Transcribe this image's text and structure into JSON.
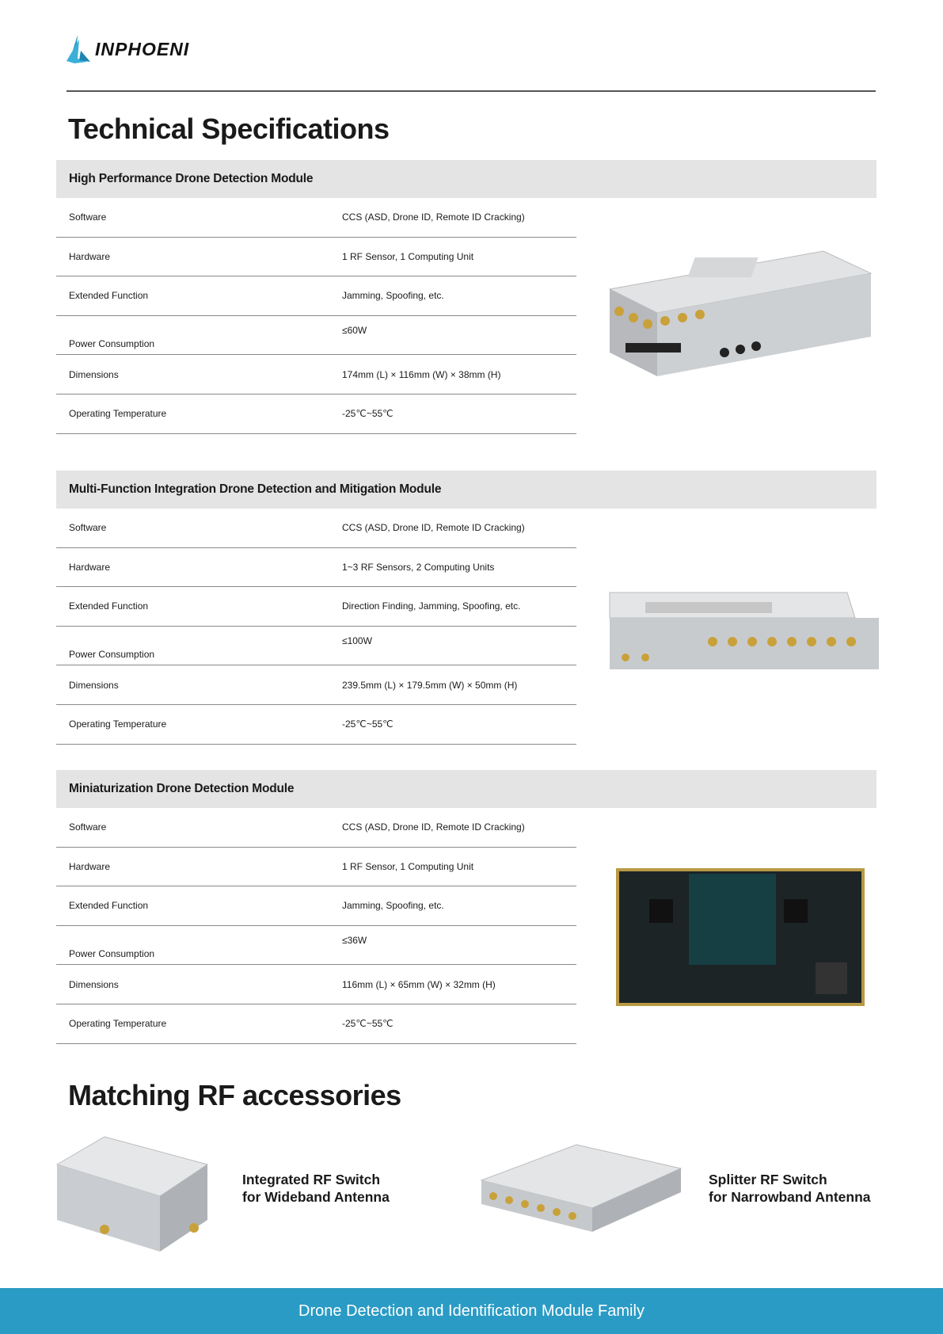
{
  "brand": "INPHOENI",
  "title": "Technical Specifications",
  "modules": [
    {
      "name": "High Performance Drone Detection Module",
      "specs": [
        {
          "label": "Software",
          "value": "CCS (ASD, Drone ID, Remote ID Cracking)"
        },
        {
          "label": "Hardware",
          "value": "1 RF Sensor, 1 Computing Unit"
        },
        {
          "label": "Extended Function",
          "value": "Jamming, Spoofing, etc."
        },
        {
          "label": "Power Consumption",
          "value": "≤60W"
        },
        {
          "label": "Dimensions",
          "value": "174mm (L) × 116mm (W) × 38mm (H)"
        },
        {
          "label": "Operating Temperature",
          "value": "-25℃~55℃"
        }
      ]
    },
    {
      "name": "Multi-Function Integration Drone Detection and Mitigation Module",
      "specs": [
        {
          "label": "Software",
          "value": "CCS (ASD, Drone ID, Remote ID Cracking)"
        },
        {
          "label": "Hardware",
          "value": "1~3 RF Sensors, 2 Computing Units"
        },
        {
          "label": "Extended Function",
          "value": "Direction Finding, Jamming, Spoofing, etc."
        },
        {
          "label": "Power Consumption",
          "value": "≤100W"
        },
        {
          "label": "Dimensions",
          "value": "239.5mm (L) × 179.5mm (W) × 50mm (H)"
        },
        {
          "label": "Operating Temperature",
          "value": "-25℃~55℃"
        }
      ]
    },
    {
      "name": "Miniaturization Drone Detection Module",
      "specs": [
        {
          "label": "Software",
          "value": "CCS (ASD, Drone ID, Remote ID Cracking)"
        },
        {
          "label": "Hardware",
          "value": "1 RF Sensor, 1 Computing Unit"
        },
        {
          "label": "Extended Function",
          "value": "Jamming, Spoofing, etc."
        },
        {
          "label": "Power Consumption",
          "value": "≤36W"
        },
        {
          "label": "Dimensions",
          "value": "116mm (L) × 65mm (W) × 32mm (H)"
        },
        {
          "label": "Operating Temperature",
          "value": "-25℃~55℃"
        }
      ]
    }
  ],
  "accessories_title": "Matching RF accessories",
  "accessories": [
    {
      "line1": "Integrated RF Switch",
      "line2": "for Wideband Antenna"
    },
    {
      "line1": "Splitter RF Switch",
      "line2": "for Narrowband Antenna"
    }
  ],
  "footer": "Drone Detection and Identification Module Family",
  "colors": {
    "footer": "#2a9bc4",
    "header_bar": "#e4e4e4",
    "logo": "#2a9bc4"
  }
}
